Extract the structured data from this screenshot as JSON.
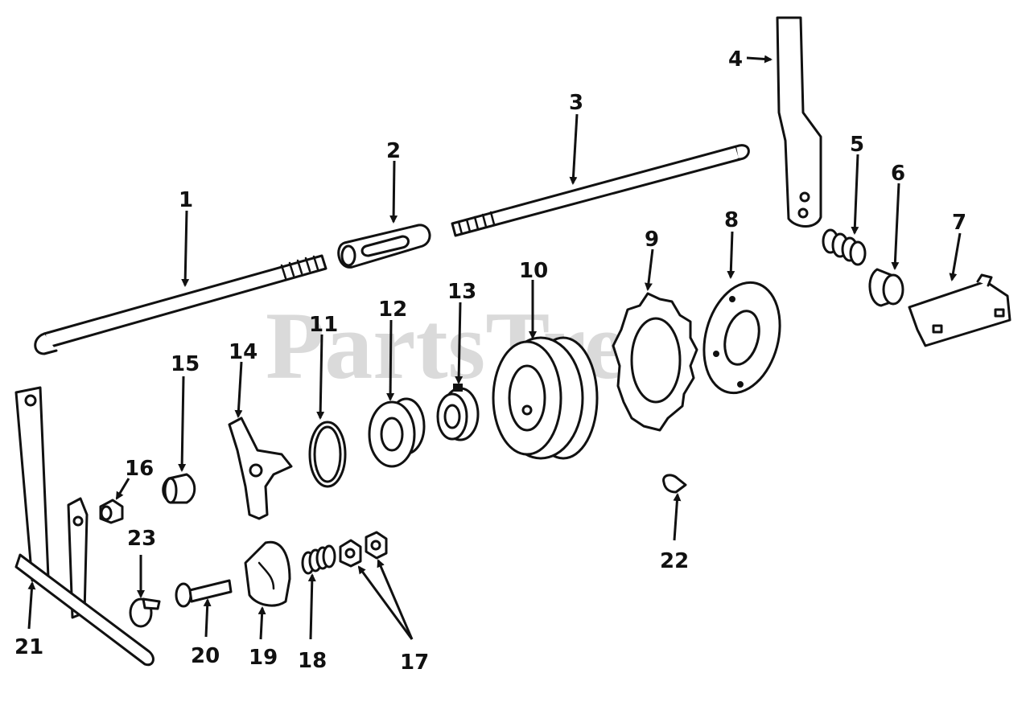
{
  "watermark": "PartsTree",
  "callouts": {
    "c1": "1",
    "c2": "2",
    "c3": "3",
    "c4": "4",
    "c5": "5",
    "c6": "6",
    "c7": "7",
    "c8": "8",
    "c9": "9",
    "c10": "10",
    "c11": "11",
    "c12": "12",
    "c13": "13",
    "c14": "14",
    "c15": "15",
    "c16": "16",
    "c17": "17",
    "c18": "18",
    "c19": "19",
    "c20": "20",
    "c21": "21",
    "c22": "22",
    "c23": "23"
  },
  "colors": {
    "ink": "#111111",
    "watermark": "#bdbdbd",
    "background": "#ffffff"
  }
}
